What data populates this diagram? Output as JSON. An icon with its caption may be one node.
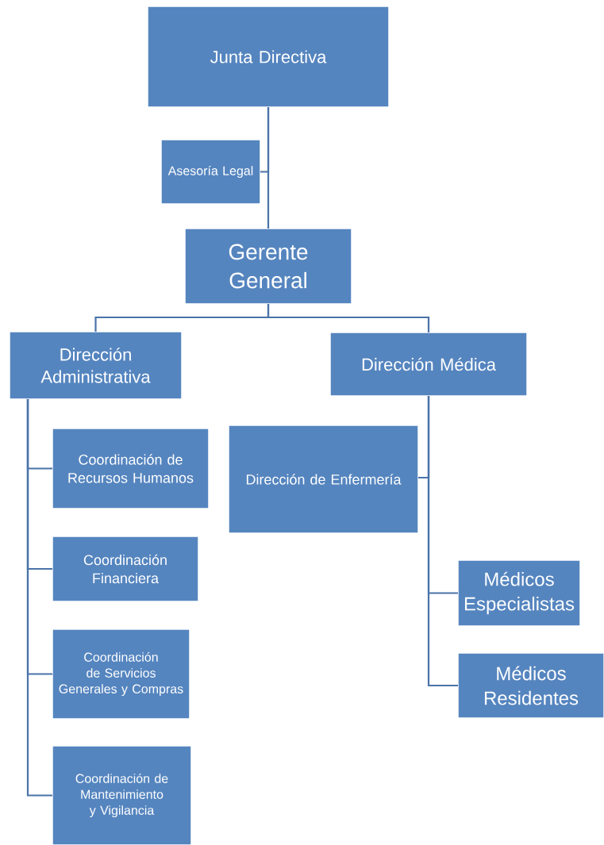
{
  "diagram": {
    "nodes": [
      {
        "text": [
          "Junta Directiva"
        ]
      },
      {
        "text": [
          "Asesoría Legal"
        ]
      },
      {
        "text": [
          "Gerente General"
        ]
      },
      {
        "text": [
          "Dirección Administrativa"
        ]
      },
      {
        "text": [
          "Dirección Médica"
        ]
      },
      {
        "text": [
          "Coordinación de Recursos Humanos"
        ]
      },
      {
        "text": [
          "Coordinación Financiera"
        ]
      },
      {
        "text": [
          "Coordinación de Servicios Generales y Compras"
        ]
      },
      {
        "text": [
          "Coordinación de Mantenimiento y Vigilancia"
        ]
      },
      {
        "text": [
          "Dirección de Enfermería"
        ]
      },
      {
        "text": [
          "Médicos Especialistas"
        ]
      },
      {
        "text": [
          "Médicos Residentes"
        ]
      }
    ],
    "edges": [
      {
        "from": 0,
        "to": 2,
        "arrow": "none"
      },
      {
        "from": 0,
        "to": 1,
        "arrow": "none"
      },
      {
        "from": 2,
        "to": 3,
        "arrow": "none"
      },
      {
        "from": 2,
        "to": 4,
        "arrow": "none"
      },
      {
        "from": 3,
        "to": 5,
        "arrow": "none"
      },
      {
        "from": 3,
        "to": 6,
        "arrow": "none"
      },
      {
        "from": 3,
        "to": 7,
        "arrow": "none"
      },
      {
        "from": 3,
        "to": 8,
        "arrow": "none"
      },
      {
        "from": 4,
        "to": 9,
        "arrow": "none"
      },
      {
        "from": 4,
        "to": 10,
        "arrow": "none"
      },
      {
        "from": 4,
        "to": 11,
        "arrow": "none"
      }
    ]
  }
}
